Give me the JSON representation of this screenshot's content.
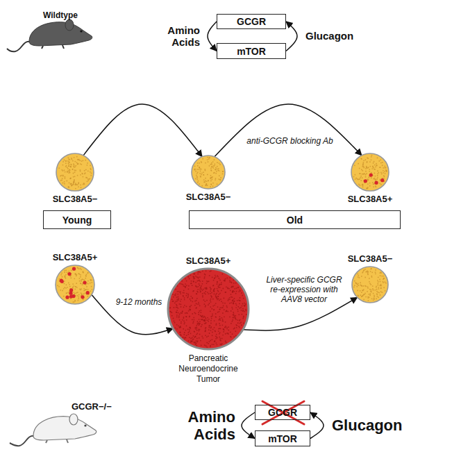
{
  "diagram": {
    "nodes": [
      {
        "text": [
          "GCGR"
        ]
      },
      {
        "text": [
          "mTOR"
        ]
      },
      {
        "text": [
          "SLC38A5−"
        ]
      },
      {
        "text": [
          "SLC38A5−"
        ]
      },
      {
        "text": [
          "SLC38A5+"
        ]
      },
      {
        "text": [
          "Young"
        ]
      },
      {
        "text": [
          "Old"
        ]
      },
      {
        "text": [
          "SLC38A5+"
        ]
      },
      {
        "text": [
          "SLC38A5+",
          "Pancreatic Neuroendocrine Tumor"
        ]
      },
      {
        "text": [
          "SLC38A5−"
        ]
      },
      {
        "text": [
          "GCGR"
        ]
      },
      {
        "text": [
          "mTOR"
        ]
      }
    ],
    "edges": [
      {
        "from": 0,
        "to": 1,
        "arrow": "to",
        "label": "Amino Acids"
      },
      {
        "from": 1,
        "to": 0,
        "arrow": "to",
        "label": "Glucagon"
      },
      {
        "from": 2,
        "to": 3,
        "arrow": "to"
      },
      {
        "from": 3,
        "to": 4,
        "arrow": "to",
        "label": "anti-GCGR blocking Ab"
      },
      {
        "from": 7,
        "to": 8,
        "arrow": "to",
        "label": "9-12 months"
      },
      {
        "from": 8,
        "to": 9,
        "arrow": "to",
        "label": "Liver-specific GCGR re-expression with AAV8 vector"
      },
      {
        "from": 10,
        "to": 11,
        "arrow": "to",
        "label": "Amino Acids"
      },
      {
        "from": 11,
        "to": 10,
        "arrow": "to",
        "label": "Glucagon"
      }
    ],
    "labels": [
      "Wildtype",
      "GCGR−/−"
    ]
  }
}
